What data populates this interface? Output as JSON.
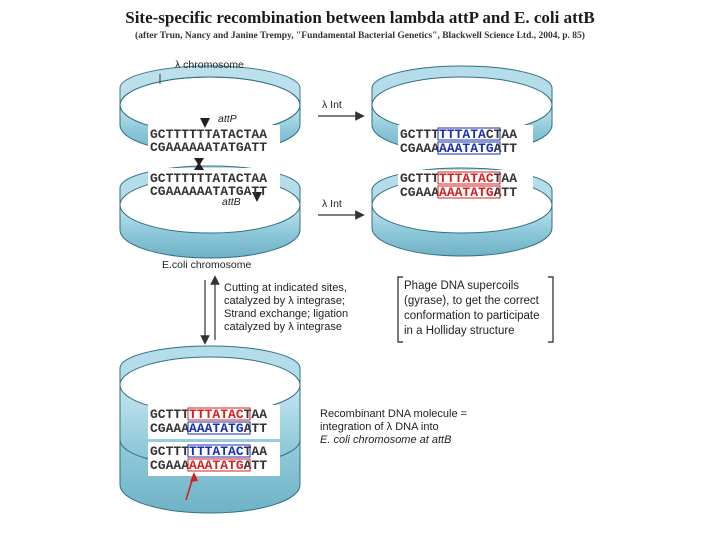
{
  "title": "Site-specific recombination between lambda attP and E. coli attB",
  "subtitle": "(after Trun, Nancy and Janine Trempy, \"Fundamental Bacterial Genetics\", Blackwell Science Ltd., 2004, p. 85)",
  "labels": {
    "lambda_chromosome": "λ chromosome",
    "ecoli_chromosome": "E.coli chromosome",
    "attP": "attP",
    "attB": "attB",
    "lambda_int_1": "λ Int",
    "lambda_int_2": "λ Int"
  },
  "sequences": {
    "left_top_1": "GCTTTTTTATACTAA",
    "left_top_2": "CGAAAAAATATGATT",
    "left_bottom_1": "GCTTTTTTATACTAA",
    "left_bottom_2": "CGAAAAAATATGATT",
    "right_top_1_a": "GCTTT",
    "right_top_1_b": "TTTATA",
    "right_top_1_c": "CTAA",
    "right_top_2_a": "CGAAA",
    "right_top_2_b": "AAATATG",
    "right_top_2_c": "ATT",
    "right_bottom_1_a": "GCTTT",
    "right_bottom_1_b": "TTTATAC",
    "right_bottom_1_c": "TAA",
    "right_bottom_2_a": "CGAAA",
    "right_bottom_2_b": "AAATATG",
    "right_bottom_2_c": "ATT",
    "recomb_1_a": "GCTTT",
    "recomb_1_b": "TTTATAC",
    "recomb_1_c": "TAA",
    "recomb_2_a": "CGAAA",
    "recomb_2_b": "AAATATG",
    "recomb_2_c": "ATT",
    "recomb_3_a": "GCTTT",
    "recomb_3_b": "TTTATAC",
    "recomb_3_c": "TAA",
    "recomb_4_a": "CGAAA",
    "recomb_4_b": "AAATATG",
    "recomb_4_c": "ATT"
  },
  "cutting_text": [
    "Cutting at indicated sites,",
    "catalyzed by λ integrase;",
    "Strand exchange; ligation",
    "catalyzed by λ integrase"
  ],
  "supercoil_text": [
    "Phage DNA supercoils",
    "(gyrase), to get the correct",
    "conformation to participate",
    "in a Holliday structure"
  ],
  "recombinant_text": [
    "Recombinant DNA molecule =",
    "integration of λ DNA into",
    "E. coli chromosome at attB"
  ],
  "colors": {
    "ribbon_fill": "#9fd2e0",
    "ribbon_stroke": "#2f6f86",
    "blue_seq": "#1a2fb0",
    "red_seq": "#d42020",
    "arrow_red": "#d42020"
  }
}
